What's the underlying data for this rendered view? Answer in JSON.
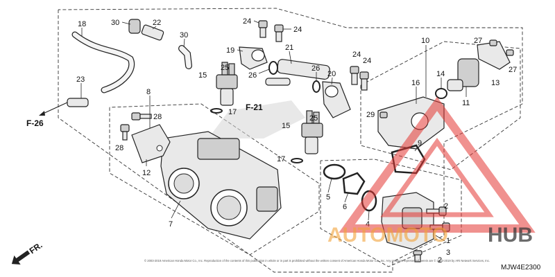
{
  "diagram": {
    "part_labels": {
      "l18": "18",
      "l30a": "30",
      "l22": "22",
      "l30b": "30",
      "l23": "23",
      "l24a": "24",
      "l24b": "24",
      "l19": "19",
      "l21": "21",
      "l25a": "25",
      "l15a": "15",
      "l26a": "26",
      "l26b": "26",
      "l20": "20",
      "l24c": "24",
      "l24d": "24",
      "l10": "10",
      "l27a": "27",
      "l27b": "27",
      "l14": "14",
      "l13": "13",
      "l16": "16",
      "l11": "11",
      "l29": "29",
      "l8": "8",
      "l28a": "28",
      "l28b": "28",
      "l17a": "17",
      "l17b": "17",
      "l25b": "25",
      "l15b": "15",
      "l12": "12",
      "l9": "9",
      "l7": "7",
      "l5": "5",
      "l6": "6",
      "l4": "4",
      "l2a": "2",
      "l2b": "2",
      "l1": "1",
      "l3": "3"
    },
    "refs": {
      "f26": "F-26",
      "f21": "F-21",
      "fr": "FR."
    },
    "diagram_code": "MJW4E2300",
    "copyright": "© 2003-2019 American Honda Motor Co., Inc. Reproduction of the contents of this publication in whole or in part is prohibited without the written consent of American Honda Motor Co., Inc. Any products represented herein are © 2003-2019 by ARI Network Services, Inc.",
    "watermark": {
      "auto": "AUTOMOTO",
      "hub": "HUB",
      "accent": "#f2a33a",
      "dark": "#3a3a3a",
      "triangle": "#e53935"
    }
  }
}
